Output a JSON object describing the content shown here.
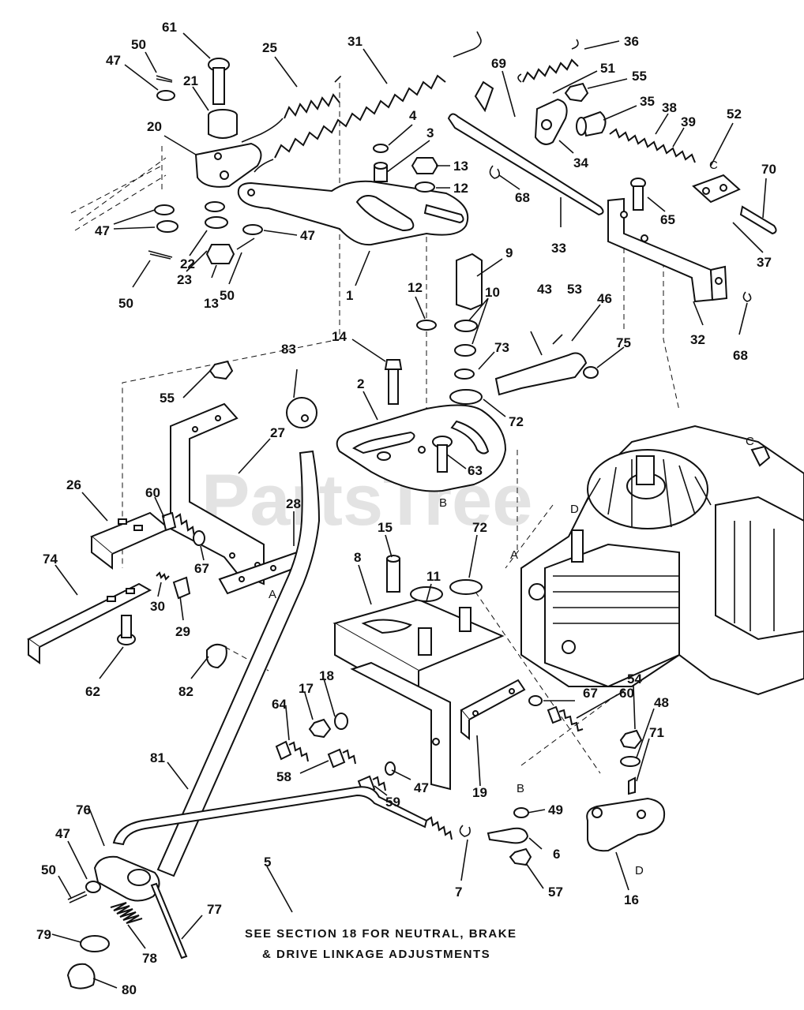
{
  "watermark": "PartsTree",
  "note": {
    "line1": "SEE SECTION 18 FOR NEUTRAL, BRAKE",
    "line2": "& DRIVE LINKAGE ADJUSTMENTS"
  },
  "callouts": [
    {
      "id": "61",
      "text": "61"
    },
    {
      "id": "50a",
      "text": "50"
    },
    {
      "id": "47a",
      "text": "47"
    },
    {
      "id": "21",
      "text": "21"
    },
    {
      "id": "20",
      "text": "20"
    },
    {
      "id": "25",
      "text": "25"
    },
    {
      "id": "31",
      "text": "31"
    },
    {
      "id": "36",
      "text": "36"
    },
    {
      "id": "69",
      "text": "69"
    },
    {
      "id": "51",
      "text": "51"
    },
    {
      "id": "55a",
      "text": "55"
    },
    {
      "id": "35",
      "text": "35"
    },
    {
      "id": "38",
      "text": "38"
    },
    {
      "id": "39",
      "text": "39"
    },
    {
      "id": "52",
      "text": "52"
    },
    {
      "id": "70",
      "text": "70"
    },
    {
      "id": "4",
      "text": "4"
    },
    {
      "id": "3",
      "text": "3"
    },
    {
      "id": "13a",
      "text": "13"
    },
    {
      "id": "12a",
      "text": "12"
    },
    {
      "id": "34",
      "text": "34"
    },
    {
      "id": "68a",
      "text": "68"
    },
    {
      "id": "65",
      "text": "65"
    },
    {
      "id": "37",
      "text": "37"
    },
    {
      "id": "47b",
      "text": "47"
    },
    {
      "id": "22",
      "text": "22"
    },
    {
      "id": "47c",
      "text": "47"
    },
    {
      "id": "23",
      "text": "23"
    },
    {
      "id": "50b",
      "text": "50"
    },
    {
      "id": "13b",
      "text": "13"
    },
    {
      "id": "50c",
      "text": "50"
    },
    {
      "id": "1",
      "text": "1"
    },
    {
      "id": "33",
      "text": "33"
    },
    {
      "id": "9",
      "text": "9"
    },
    {
      "id": "43",
      "text": "43"
    },
    {
      "id": "53",
      "text": "53"
    },
    {
      "id": "46",
      "text": "46"
    },
    {
      "id": "12b",
      "text": "12"
    },
    {
      "id": "10",
      "text": "10"
    },
    {
      "id": "75",
      "text": "75"
    },
    {
      "id": "32",
      "text": "32"
    },
    {
      "id": "68b",
      "text": "68"
    },
    {
      "id": "14",
      "text": "14"
    },
    {
      "id": "83",
      "text": "83"
    },
    {
      "id": "73",
      "text": "73"
    },
    {
      "id": "55b",
      "text": "55"
    },
    {
      "id": "2",
      "text": "2"
    },
    {
      "id": "72a",
      "text": "72"
    },
    {
      "id": "27",
      "text": "27"
    },
    {
      "id": "63",
      "text": "63"
    },
    {
      "id": "26",
      "text": "26"
    },
    {
      "id": "60a",
      "text": "60"
    },
    {
      "id": "28",
      "text": "28"
    },
    {
      "id": "15",
      "text": "15"
    },
    {
      "id": "72b",
      "text": "72"
    },
    {
      "id": "74",
      "text": "74"
    },
    {
      "id": "67a",
      "text": "67"
    },
    {
      "id": "8",
      "text": "8"
    },
    {
      "id": "11",
      "text": "11"
    },
    {
      "id": "30",
      "text": "30"
    },
    {
      "id": "29",
      "text": "29"
    },
    {
      "id": "62",
      "text": "62"
    },
    {
      "id": "82",
      "text": "82"
    },
    {
      "id": "18",
      "text": "18"
    },
    {
      "id": "17",
      "text": "17"
    },
    {
      "id": "64",
      "text": "64"
    },
    {
      "id": "67b",
      "text": "67"
    },
    {
      "id": "60b",
      "text": "60"
    },
    {
      "id": "54",
      "text": "54"
    },
    {
      "id": "48",
      "text": "48"
    },
    {
      "id": "71",
      "text": "71"
    },
    {
      "id": "81",
      "text": "81"
    },
    {
      "id": "58",
      "text": "58"
    },
    {
      "id": "47d",
      "text": "47"
    },
    {
      "id": "59",
      "text": "59"
    },
    {
      "id": "19",
      "text": "19"
    },
    {
      "id": "49",
      "text": "49"
    },
    {
      "id": "76",
      "text": "76"
    },
    {
      "id": "5",
      "text": "5"
    },
    {
      "id": "47e",
      "text": "47"
    },
    {
      "id": "50d",
      "text": "50"
    },
    {
      "id": "6",
      "text": "6"
    },
    {
      "id": "7",
      "text": "7"
    },
    {
      "id": "57",
      "text": "57"
    },
    {
      "id": "16",
      "text": "16"
    },
    {
      "id": "77",
      "text": "77"
    },
    {
      "id": "79",
      "text": "79"
    },
    {
      "id": "78",
      "text": "78"
    },
    {
      "id": "80",
      "text": "80"
    }
  ],
  "letters": [
    {
      "id": "C1",
      "text": "C"
    },
    {
      "id": "C2",
      "text": "C"
    },
    {
      "id": "B1",
      "text": "B"
    },
    {
      "id": "A1",
      "text": "A"
    },
    {
      "id": "A2",
      "text": "A"
    },
    {
      "id": "D1",
      "text": "D"
    },
    {
      "id": "B2",
      "text": "B"
    },
    {
      "id": "D2",
      "text": "D"
    }
  ]
}
